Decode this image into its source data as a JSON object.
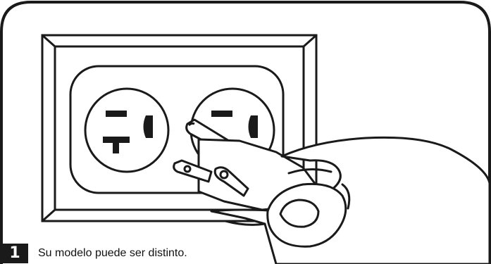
{
  "step": {
    "number": "1",
    "caption": "Su modelo puede ser distinto."
  },
  "illustration": {
    "subject": "three-prong-plug-being-inserted-into-duplex-outlet",
    "line_color": "#1a1a1a",
    "fill_color": "#ffffff"
  }
}
